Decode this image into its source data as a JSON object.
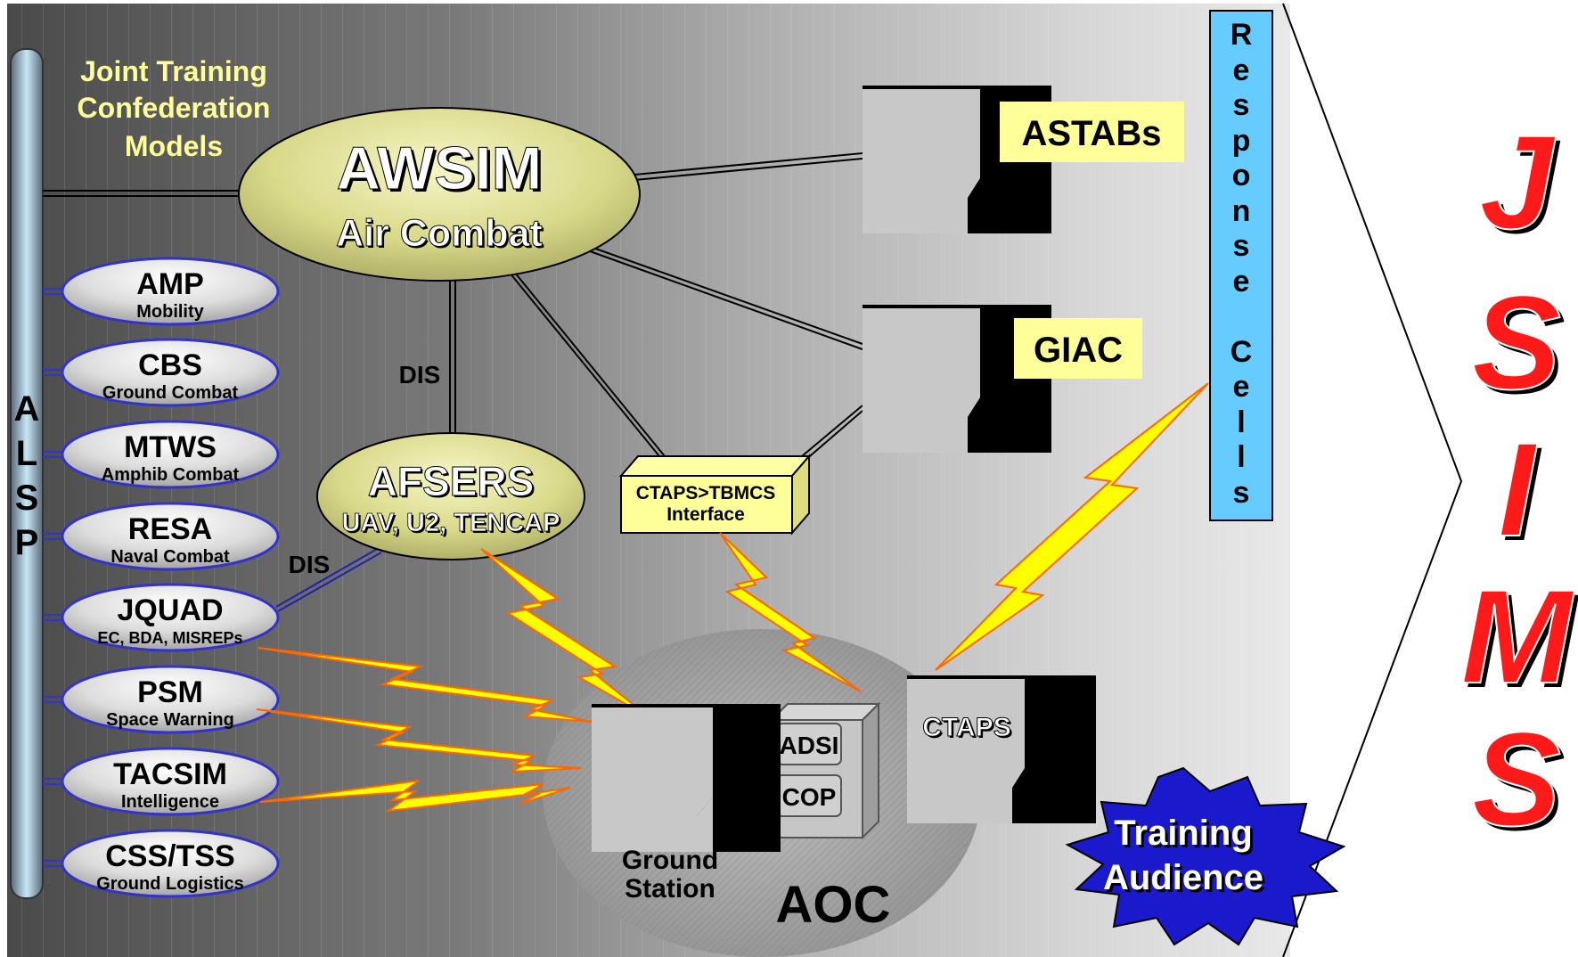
{
  "confederation_title": [
    "Joint Training",
    "Confederation",
    "Models"
  ],
  "alsp_letters": [
    "A",
    "L",
    "S",
    "P"
  ],
  "awsim": {
    "title": "AWSIM",
    "subtitle": "Air Combat"
  },
  "models": [
    {
      "name": "AMP",
      "desc": "Mobility"
    },
    {
      "name": "CBS",
      "desc": "Ground Combat"
    },
    {
      "name": "MTWS",
      "desc": "Amphib Combat"
    },
    {
      "name": "RESA",
      "desc": "Naval Combat"
    },
    {
      "name": "JQUAD",
      "desc": "EC, BDA, MISREPs"
    },
    {
      "name": "PSM",
      "desc": "Space Warning"
    },
    {
      "name": "TACSIM",
      "desc": "Intelligence"
    },
    {
      "name": "CSS/TSS",
      "desc": "Ground Logistics"
    }
  ],
  "afsers": {
    "title": "AFSERS",
    "subtitle": "UAV, U2, TENCAP"
  },
  "dis_labels": [
    "DIS",
    "DIS"
  ],
  "interface_box": [
    "CTAPS>TBMCS",
    "Interface"
  ],
  "astabs_label": "ASTABs",
  "giac_label": "GIAC",
  "response_cells_letters": [
    "R",
    "e",
    "s",
    "p",
    "o",
    "n",
    "s",
    "e",
    "",
    "C",
    "e",
    "l",
    "l",
    "s"
  ],
  "aoc": {
    "label": "AOC",
    "ground_station": [
      "Ground",
      "Station"
    ],
    "adsi_label": "ADSI",
    "cop_label": "COP",
    "ctaps_label": "CTAPS"
  },
  "training_audience": [
    "Training",
    "Audience"
  ],
  "jsims_letters": [
    "J",
    "S",
    "I",
    "M",
    "S"
  ],
  "colors": {
    "ellipse_fill": "#e3e3a0",
    "model_fill": "#e0e0f0",
    "model_stroke": "#3333cc",
    "label_yellow": "#ffff99",
    "response_blue": "#66ccff",
    "training_blue": "#1a1acc",
    "jsims_red": "#ff1a1a",
    "bolt_yellow": "#ffff00",
    "bolt_red": "#ff6600"
  }
}
